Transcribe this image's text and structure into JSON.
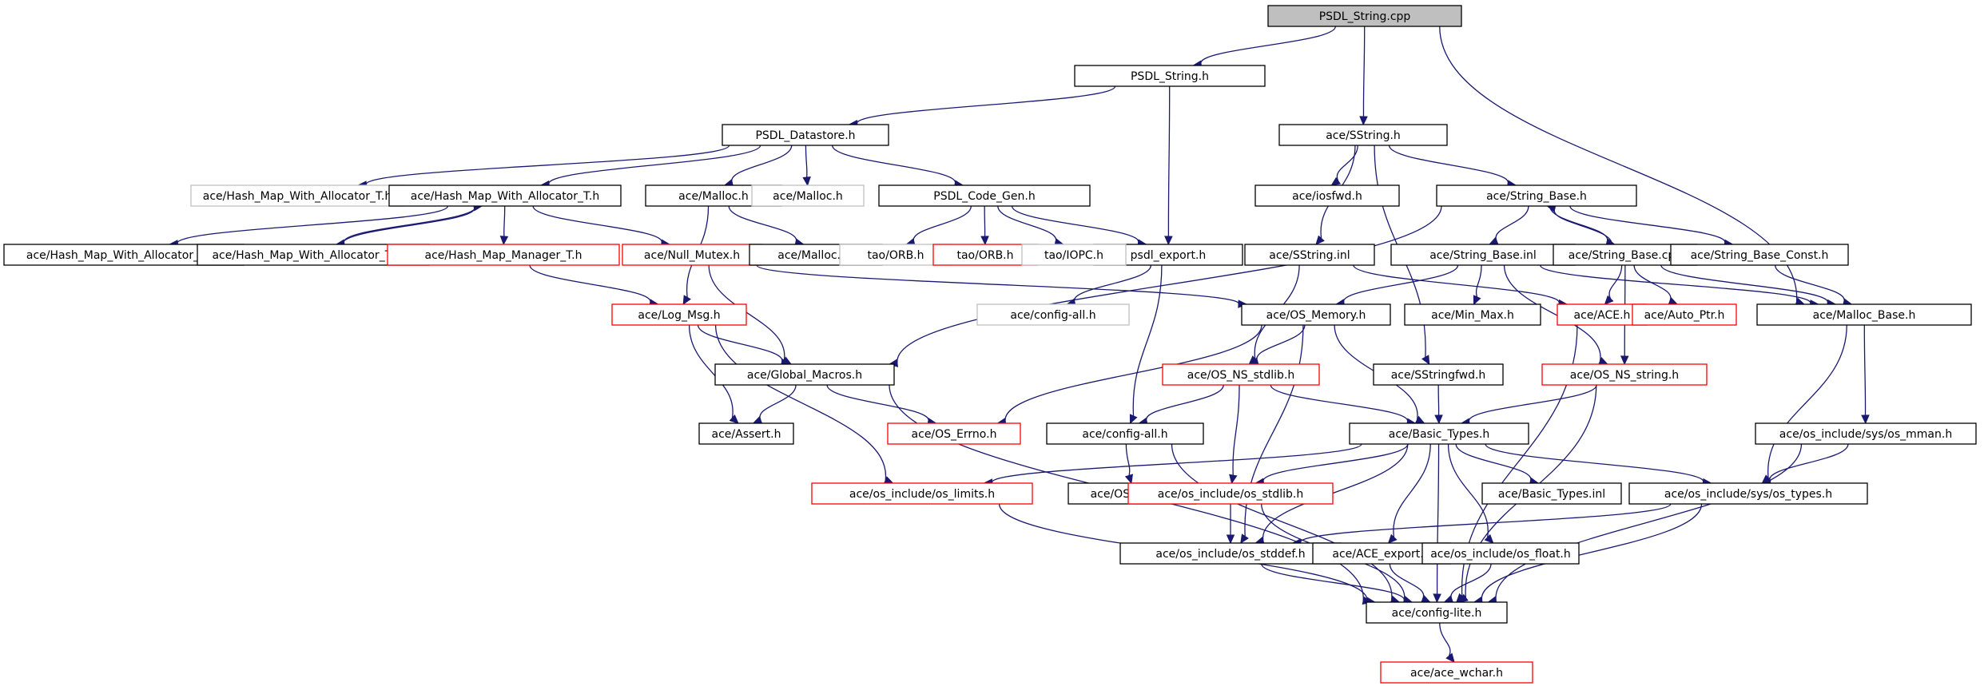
{
  "graph": {
    "nodes": [
      {
        "id": "n0",
        "label": "PSDL_String.cpp",
        "style": "root"
      },
      {
        "id": "n1",
        "label": "PSDL_String.h",
        "style": "normal"
      },
      {
        "id": "n2",
        "label": "ace/SString.h",
        "style": "normal"
      },
      {
        "id": "n3",
        "label": "ace/Malloc_Base.h",
        "style": "normal"
      },
      {
        "id": "n4",
        "label": "PSDL_Datastore.h",
        "style": "normal"
      },
      {
        "id": "n5",
        "label": "psdl_export.h",
        "style": "normal"
      },
      {
        "id": "n6",
        "label": "ace/Hash_Map_With_Allocator_T.h",
        "style": "grey"
      },
      {
        "id": "n7",
        "label": "ace/Hash_Map_With_Allocator_T.h",
        "style": "normal"
      },
      {
        "id": "n8",
        "label": "ace/Malloc.h",
        "style": "normal"
      },
      {
        "id": "n9",
        "label": "ace/Malloc.h",
        "style": "grey"
      },
      {
        "id": "n10",
        "label": "PSDL_Code_Gen.h",
        "style": "normal"
      },
      {
        "id": "n11",
        "label": "ace/iosfwd.h",
        "style": "normal"
      },
      {
        "id": "n12",
        "label": "ace/String_Base.h",
        "style": "normal"
      },
      {
        "id": "n13",
        "label": "ace/Hash_Map_With_Allocator_T.inl",
        "style": "normal"
      },
      {
        "id": "n14",
        "label": "ace/Hash_Map_With_Allocator_T.cpp",
        "style": "normal"
      },
      {
        "id": "n15",
        "label": "ace/Hash_Map_Manager_T.h",
        "style": "red"
      },
      {
        "id": "n16",
        "label": "ace/Null_Mutex.h",
        "style": "red"
      },
      {
        "id": "n17",
        "label": "ace/Malloc.inl",
        "style": "normal"
      },
      {
        "id": "n18",
        "label": "tao/ORB.h",
        "style": "grey"
      },
      {
        "id": "n19",
        "label": "tao/ORB.h",
        "style": "red"
      },
      {
        "id": "n20",
        "label": "tao/IOPC.h",
        "style": "grey"
      },
      {
        "id": "n21",
        "label": "ace/SString.inl",
        "style": "normal"
      },
      {
        "id": "n22",
        "label": "ace/String_Base.inl",
        "style": "normal"
      },
      {
        "id": "n23",
        "label": "ace/String_Base.cpp",
        "style": "normal"
      },
      {
        "id": "n24",
        "label": "ace/String_Base_Const.h",
        "style": "normal"
      },
      {
        "id": "n25",
        "label": "ace/Log_Msg.h",
        "style": "red"
      },
      {
        "id": "n26",
        "label": "ace/config-all.h",
        "style": "grey"
      },
      {
        "id": "n27",
        "label": "ace/OS_Memory.h",
        "style": "normal"
      },
      {
        "id": "n28",
        "label": "ace/Min_Max.h",
        "style": "normal"
      },
      {
        "id": "n29",
        "label": "ace/ACE.h",
        "style": "red"
      },
      {
        "id": "n30",
        "label": "ace/Auto_Ptr.h",
        "style": "red"
      },
      {
        "id": "n31",
        "label": "ace/Global_Macros.h",
        "style": "normal"
      },
      {
        "id": "n32",
        "label": "ace/OS_NS_stdlib.h",
        "style": "red"
      },
      {
        "id": "n33",
        "label": "ace/SStringfwd.h",
        "style": "normal"
      },
      {
        "id": "n34",
        "label": "ace/OS_NS_string.h",
        "style": "red"
      },
      {
        "id": "n35",
        "label": "ace/Assert.h",
        "style": "normal"
      },
      {
        "id": "n36",
        "label": "ace/OS_Errno.h",
        "style": "red"
      },
      {
        "id": "n37",
        "label": "ace/config-all.h",
        "style": "normal"
      },
      {
        "id": "n38",
        "label": "ace/Basic_Types.h",
        "style": "normal"
      },
      {
        "id": "n39",
        "label": "ace/os_include/sys/os_mman.h",
        "style": "normal"
      },
      {
        "id": "n40",
        "label": "ace/os_include/os_limits.h",
        "style": "red"
      },
      {
        "id": "n41",
        "label": "ace/OS_main.h",
        "style": "normal"
      },
      {
        "id": "n42",
        "label": "ace/os_include/os_stdlib.h",
        "style": "red"
      },
      {
        "id": "n43",
        "label": "ace/Basic_Types.inl",
        "style": "normal"
      },
      {
        "id": "n44",
        "label": "ace/os_include/sys/os_types.h",
        "style": "normal"
      },
      {
        "id": "n45",
        "label": "ace/os_include/os_stddef.h",
        "style": "normal"
      },
      {
        "id": "n46",
        "label": "ace/ACE_export.h",
        "style": "normal"
      },
      {
        "id": "n47",
        "label": "ace/os_include/os_float.h",
        "style": "normal"
      },
      {
        "id": "n48",
        "label": "ace/config-lite.h",
        "style": "normal"
      },
      {
        "id": "n49",
        "label": "ace/ace_wchar.h",
        "style": "red"
      }
    ],
    "edges": [
      [
        "n0",
        "n1"
      ],
      [
        "n0",
        "n2"
      ],
      [
        "n0",
        "n3"
      ],
      [
        "n1",
        "n4"
      ],
      [
        "n1",
        "n5"
      ],
      [
        "n4",
        "n6"
      ],
      [
        "n4",
        "n7"
      ],
      [
        "n4",
        "n8"
      ],
      [
        "n4",
        "n9"
      ],
      [
        "n4",
        "n10"
      ],
      [
        "n7",
        "n13"
      ],
      [
        "n7",
        "n14"
      ],
      [
        "n7",
        "n15"
      ],
      [
        "n7",
        "n16"
      ],
      [
        "n14",
        "n7"
      ],
      [
        "n8",
        "n17"
      ],
      [
        "n8",
        "n25"
      ],
      [
        "n10",
        "n18"
      ],
      [
        "n10",
        "n19"
      ],
      [
        "n10",
        "n20"
      ],
      [
        "n10",
        "n5"
      ],
      [
        "n5",
        "n26"
      ],
      [
        "n5",
        "n37"
      ],
      [
        "n2",
        "n11"
      ],
      [
        "n2",
        "n12"
      ],
      [
        "n2",
        "n21"
      ],
      [
        "n2",
        "n33"
      ],
      [
        "n12",
        "n22"
      ],
      [
        "n12",
        "n23"
      ],
      [
        "n12",
        "n24"
      ],
      [
        "n12",
        "n31"
      ],
      [
        "n23",
        "n12"
      ],
      [
        "n15",
        "n25"
      ],
      [
        "n16",
        "n31"
      ],
      [
        "n16",
        "n27"
      ],
      [
        "n21",
        "n32"
      ],
      [
        "n21",
        "n29"
      ],
      [
        "n22",
        "n27"
      ],
      [
        "n22",
        "n28"
      ],
      [
        "n22",
        "n34"
      ],
      [
        "n22",
        "n3"
      ],
      [
        "n23",
        "n29"
      ],
      [
        "n23",
        "n30"
      ],
      [
        "n23",
        "n34"
      ],
      [
        "n23",
        "n3"
      ],
      [
        "n24",
        "n3"
      ],
      [
        "n25",
        "n31"
      ],
      [
        "n25",
        "n35"
      ],
      [
        "n25",
        "n40"
      ],
      [
        "n27",
        "n32"
      ],
      [
        "n27",
        "n36"
      ],
      [
        "n27",
        "n38"
      ],
      [
        "n27",
        "n45"
      ],
      [
        "n29",
        "n48"
      ],
      [
        "n3",
        "n39"
      ],
      [
        "n3",
        "n44"
      ],
      [
        "n31",
        "n35"
      ],
      [
        "n31",
        "n36"
      ],
      [
        "n31",
        "n48"
      ],
      [
        "n32",
        "n37"
      ],
      [
        "n32",
        "n38"
      ],
      [
        "n32",
        "n42"
      ],
      [
        "n33",
        "n38"
      ],
      [
        "n34",
        "n38"
      ],
      [
        "n34",
        "n48"
      ],
      [
        "n37",
        "n41"
      ],
      [
        "n37",
        "n48"
      ],
      [
        "n38",
        "n40"
      ],
      [
        "n38",
        "n42"
      ],
      [
        "n38",
        "n43"
      ],
      [
        "n38",
        "n44"
      ],
      [
        "n38",
        "n45"
      ],
      [
        "n38",
        "n46"
      ],
      [
        "n38",
        "n47"
      ],
      [
        "n38",
        "n48"
      ],
      [
        "n39",
        "n44"
      ],
      [
        "n39",
        "n48"
      ],
      [
        "n40",
        "n48"
      ],
      [
        "n42",
        "n45"
      ],
      [
        "n42",
        "n48"
      ],
      [
        "n44",
        "n45"
      ],
      [
        "n44",
        "n48"
      ],
      [
        "n45",
        "n48"
      ],
      [
        "n46",
        "n48"
      ],
      [
        "n47",
        "n48"
      ],
      [
        "n48",
        "n49"
      ]
    ]
  }
}
